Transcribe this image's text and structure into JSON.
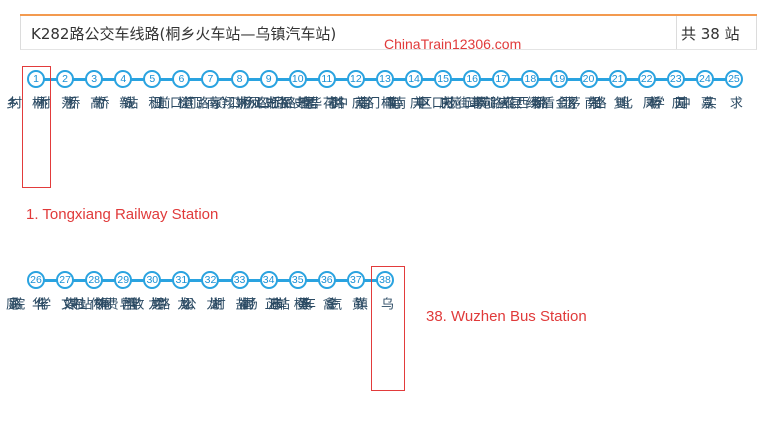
{
  "header": {
    "route_title": "K282路公交车线路(桐乡火车站—乌镇汽车站)",
    "stop_count": "共 38 站"
  },
  "watermark": "ChinaTrain12306.com",
  "row1_stops": [
    {
      "num": "1",
      "name": "桐乡火车站"
    },
    {
      "num": "2",
      "name": "范桥村"
    },
    {
      "num": "3",
      "name": "高桥村"
    },
    {
      "num": "4",
      "name": "新竹桥"
    },
    {
      "num": "5",
      "name": "积钱桥"
    },
    {
      "num": "6",
      "name": "检测站"
    },
    {
      "num": "7",
      "name": "南港上"
    },
    {
      "num": "8",
      "name": "姚家门前"
    },
    {
      "num": "9",
      "name": "史桥"
    },
    {
      "num": "10",
      "name": "史桥杨介门"
    },
    {
      "num": "11",
      "name": "花墙门"
    },
    {
      "num": "12",
      "name": "庆丰南路凤翔路口"
    },
    {
      "num": "13",
      "name": "桐南小区"
    },
    {
      "num": "14",
      "name": "庆丰南路梧振路口"
    },
    {
      "num": "15",
      "name": "庆丰南路中华路口"
    },
    {
      "num": "16",
      "name": "审批中心"
    },
    {
      "num": "17",
      "name": "庆丰小区南门"
    },
    {
      "num": "18",
      "name": "绿都景苑"
    },
    {
      "num": "19",
      "name": "金菊花苑"
    },
    {
      "num": "20",
      "name": "南门桥"
    },
    {
      "num": "21",
      "name": "复兴北路县前街口"
    },
    {
      "num": "22",
      "name": "凤鸣社区"
    },
    {
      "num": "23",
      "name": "庆丰北路茅盾西路口"
    },
    {
      "num": "24",
      "name": "嘉园桥"
    },
    {
      "num": "25",
      "name": "求实中学"
    }
  ],
  "row2_stops": [
    {
      "num": "26",
      "name": "华庭丽晶"
    },
    {
      "num": "27",
      "name": "文化路体育西路口"
    },
    {
      "num": "28",
      "name": "传媒学院"
    },
    {
      "num": "29",
      "name": "皂林"
    },
    {
      "num": "30",
      "name": "龙翔禅寺"
    },
    {
      "num": "31",
      "name": "龙翔信用社"
    },
    {
      "num": "32",
      "name": "龙翔中学"
    },
    {
      "num": "33",
      "name": "盐湖公路收费站"
    },
    {
      "num": "34",
      "name": "正福村"
    },
    {
      "num": "35",
      "name": "横港村"
    },
    {
      "num": "36",
      "name": "禽蛋市场"
    },
    {
      "num": "37",
      "name": "黄金水岸"
    },
    {
      "num": "38",
      "name": "乌镇汽车站"
    }
  ],
  "captions": {
    "start": "1. Tongxiang Railway Station",
    "end": "38. Wuzhen Bus Station"
  },
  "colors": {
    "track": "#2aa3e0",
    "highlight": "#e23b3b",
    "header_accent": "#f39a4f"
  }
}
